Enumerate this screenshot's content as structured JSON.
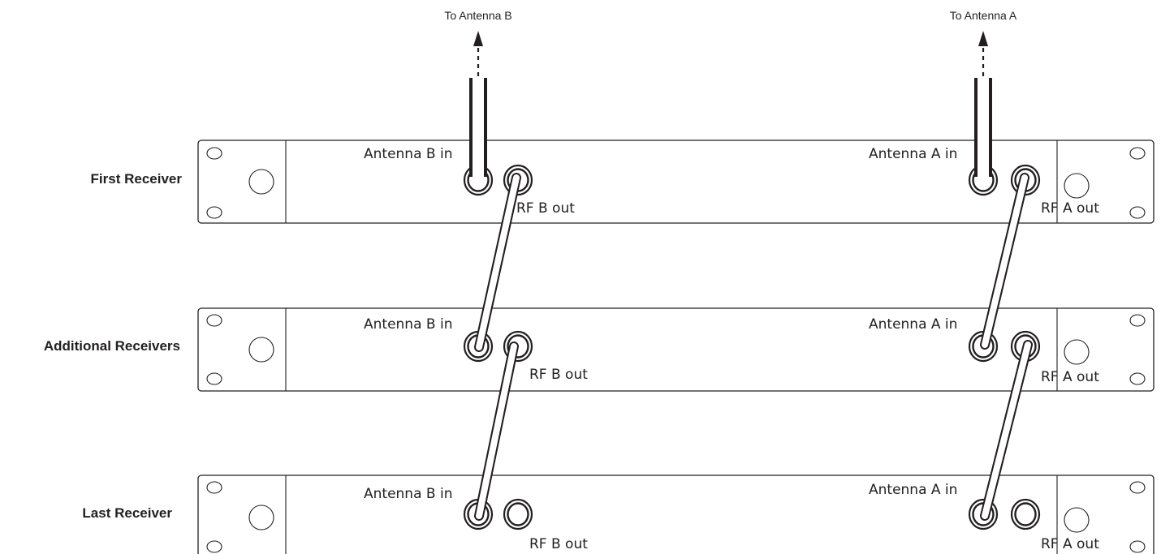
{
  "top_labels": {
    "antenna_b": "To Antenna B",
    "antenna_a": "To Antenna A"
  },
  "receivers": [
    {
      "label": "First Receiver",
      "antenna_b_in": "Antenna B in",
      "rf_b_out": "RF B out",
      "antenna_a_in": "Antenna A in",
      "rf_a_out": "RF A out"
    },
    {
      "label": "Additional Receivers",
      "antenna_b_in": "Antenna B in",
      "rf_b_out": "RF B out",
      "antenna_a_in": "Antenna A in",
      "rf_a_out": "RF A out"
    },
    {
      "label": "Last Receiver",
      "antenna_b_in": "Antenna B in",
      "rf_b_out": "RF B out",
      "antenna_a_in": "Antenna A in",
      "rf_a_out": "RF A out"
    }
  ],
  "colors": {
    "line": "#231f20",
    "background": "#ffffff"
  }
}
